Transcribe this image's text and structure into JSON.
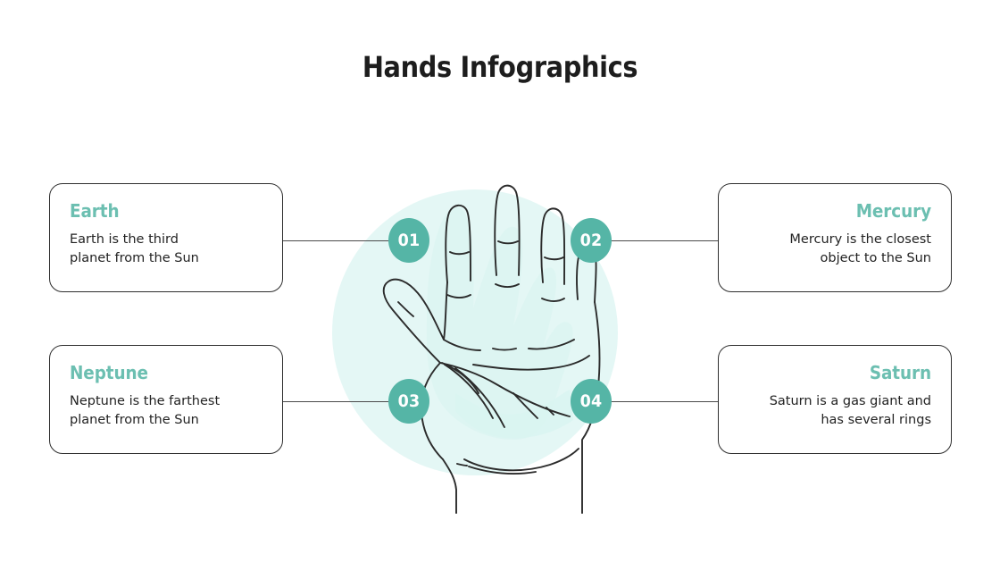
{
  "slide": {
    "title": "Hands Infographics",
    "accent_teal": "#55b5a6",
    "heading_teal": "#6cbfb1",
    "blob_mint": "#e4f7f5",
    "line_color": "#4a4a4a",
    "body_text_color": "#232323",
    "background": "#ffffff"
  },
  "illustration": {
    "name": "open-hand-line-drawing",
    "description": "Open palm hand outline with pale mint circular backdrop"
  },
  "markers": [
    {
      "id": "01",
      "label": "01",
      "position": "left-top"
    },
    {
      "id": "02",
      "label": "02",
      "position": "right-top"
    },
    {
      "id": "03",
      "label": "03",
      "position": "left-bottom"
    },
    {
      "id": "04",
      "label": "04",
      "position": "right-bottom"
    }
  ],
  "cards": [
    {
      "key": "earth",
      "heading": "Earth",
      "body": "Earth is the third\nplanet from the Sun",
      "align": "left",
      "marker": "01"
    },
    {
      "key": "mercury",
      "heading": "Mercury",
      "body": "Mercury is the closest\nobject to the Sun",
      "align": "right",
      "marker": "02"
    },
    {
      "key": "neptune",
      "heading": "Neptune",
      "body": "Neptune is the farthest\nplanet from the Sun",
      "align": "left",
      "marker": "03"
    },
    {
      "key": "saturn",
      "heading": "Saturn",
      "body": "Saturn is a gas giant and\nhas several rings",
      "align": "right",
      "marker": "04"
    }
  ]
}
